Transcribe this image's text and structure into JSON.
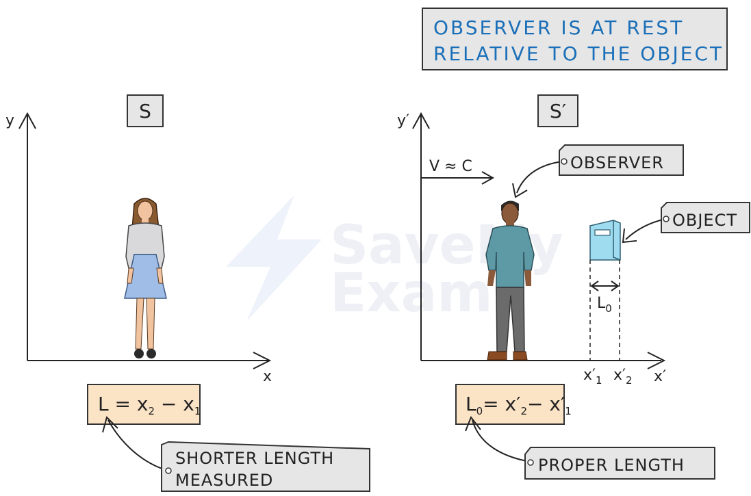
{
  "header": {
    "line1": "OBSERVER IS AT REST",
    "line2": "RELATIVE TO THE OBJECT"
  },
  "frame_s": {
    "label": "S",
    "y_axis": "y",
    "x_axis": "x"
  },
  "frame_s_prime": {
    "label": "S′",
    "y_axis": "y′",
    "x_axis": "x′",
    "velocity": "V ≈ C",
    "observer_tag": "OBSERVER",
    "object_tag": "OBJECT",
    "length_label": "L",
    "length_sub": "0",
    "x1": "x′",
    "x1_sub": "1",
    "x2": "x′",
    "x2_sub": "2"
  },
  "equation_s": {
    "lhs": "L = x",
    "s2": "2",
    "mid": " − x",
    "s1": "1"
  },
  "equation_s_prime": {
    "lhs": "L",
    "s0": "0",
    "mid1": "= x′",
    "s2": "2",
    "mid2": "− x′",
    "s1": "1"
  },
  "callouts": {
    "shorter_line1": "SHORTER LENGTH",
    "shorter_line2": "MEASURED",
    "proper": "PROPER LENGTH"
  },
  "watermark": {
    "line1": "SaveMy",
    "line2": "Exams"
  },
  "colors": {
    "header_text": "#1a6fb8",
    "box_fill": "#e6e6e6",
    "equation_fill": "#fbe3c6",
    "object_blue": "#9fdcf0"
  }
}
